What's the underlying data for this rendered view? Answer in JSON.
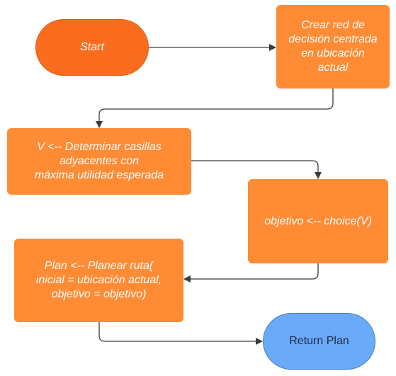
{
  "nodes": {
    "start": {
      "label": "Start"
    },
    "crear_red": {
      "label": "Crear red de\ndecisión centrada\nen ubicación\nactual"
    },
    "determinar": {
      "label": "V <-- Determinar casillas\nadyacentes con\nmáxima utilidad esperada"
    },
    "choice": {
      "label": "objetivo <-- choice(V)"
    },
    "planear": {
      "label": "Plan <-- Planear ruta(\ninicial = ubicación actual,\nobjetivo = objetivo)"
    },
    "return_plan": {
      "label": "Return Plan"
    }
  },
  "colors": {
    "process_fill": "#ff8b35",
    "start_fill": "#fb6d1e",
    "end_fill": "#6aaaf8",
    "connector": "#3a3a3a"
  }
}
